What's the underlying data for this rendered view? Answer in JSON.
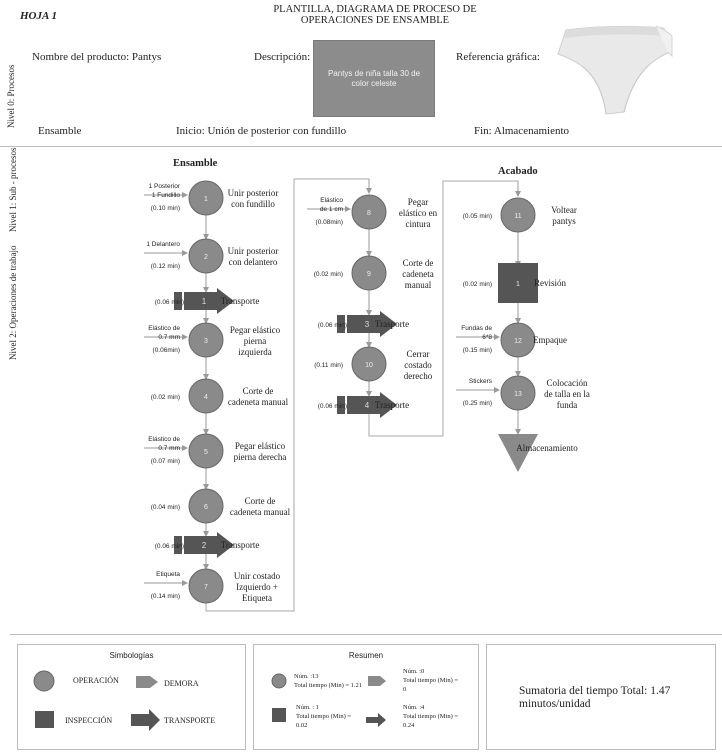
{
  "header": {
    "sheet": "HOJA 1",
    "title_line1": "PLANTILLA, DIAGRAMA DE PROCESO DE",
    "title_line2": "OPERACIONES DE ENSAMBLE"
  },
  "levels": {
    "level0": "Nivel 0: Procesos",
    "level1": "Nivel 1: Sub - procesos",
    "level2": "Nivel 2: Operaciones de trabajo"
  },
  "product": {
    "name_label": "Nombre del producto: Pantys",
    "description_label": "Descripción:",
    "description_text": "Pantys de niña talla 30 de color celeste",
    "reference_label": "Referencia gráfica:"
  },
  "process_row": {
    "name": "Ensamble",
    "start": "Inicio: Unión de posterior con fundillo",
    "end": "Fin: Almacenamiento"
  },
  "colors": {
    "node": "#8a8a8a",
    "node_stroke": "#666666",
    "dark": "#555555",
    "inspection": "#555555",
    "description_box": "#8c8c8c"
  },
  "diagram": {
    "ensamble_title": "Ensamble",
    "acabado_title": "Acabado",
    "nodes": [
      {
        "kind": "op",
        "num": "1",
        "label": [
          "Unir posterior",
          "con fundillo"
        ],
        "time": "(0.10 min)",
        "inputs": [
          "1 Posterior",
          "1 Fundillo"
        ]
      },
      {
        "kind": "op",
        "num": "2",
        "label": [
          "Unir posterior",
          "con delantero"
        ],
        "time": "(0.12 min)",
        "inputs": [
          "1 Delantero"
        ]
      },
      {
        "kind": "tr",
        "num": "1",
        "label": [
          "Transporte"
        ],
        "time": "(0.06 min)",
        "inputs": []
      },
      {
        "kind": "op",
        "num": "3",
        "label": [
          "Pegar elástico",
          "pierna",
          "izquierda"
        ],
        "time": "(0.06min)",
        "inputs": [
          "Elástico de",
          "0.7 mm"
        ]
      },
      {
        "kind": "op",
        "num": "4",
        "label": [
          "Corte de",
          "cadeneta manual"
        ],
        "time": "(0.02 min)",
        "inputs": []
      },
      {
        "kind": "op",
        "num": "5",
        "label": [
          "Pegar elástico",
          "pierna derecha"
        ],
        "time": "(0.07 min)",
        "inputs": [
          "Elástico de",
          "0.7 mm"
        ]
      },
      {
        "kind": "op",
        "num": "6",
        "label": [
          "Corte de",
          "cadeneta manual"
        ],
        "time": "(0.04 min)",
        "inputs": []
      },
      {
        "kind": "tr",
        "num": "2",
        "label": [
          "Transporte"
        ],
        "time": "(0.06 min)",
        "inputs": []
      },
      {
        "kind": "op",
        "num": "7",
        "label": [
          "Unir costado",
          "Izquierdo +",
          "Etiqueta"
        ],
        "time": "(0.14 min)",
        "inputs": [
          "Etiqueta"
        ]
      },
      {
        "kind": "op",
        "num": "8",
        "label": [
          "Pegar",
          "elástico en",
          "cintura"
        ],
        "time": "(0.08min)",
        "inputs": [
          "Elástico",
          "de 1 cm"
        ]
      },
      {
        "kind": "op",
        "num": "9",
        "label": [
          "Corte de",
          "cadeneta",
          "manual"
        ],
        "time": "(0.02 min)",
        "inputs": []
      },
      {
        "kind": "tr",
        "num": "3",
        "label": [
          "Trasporte"
        ],
        "time": "(0.06 min)",
        "inputs": []
      },
      {
        "kind": "op",
        "num": "10",
        "label": [
          "Cerrar",
          "costado",
          "derecho"
        ],
        "time": "(0.11 min)",
        "inputs": []
      },
      {
        "kind": "tr",
        "num": "4",
        "label": [
          "Trasporte"
        ],
        "time": "(0.06 min)",
        "inputs": []
      },
      {
        "kind": "op",
        "num": "11",
        "label": [
          "Voltear",
          "pantys"
        ],
        "time": "(0.05 min)",
        "inputs": []
      },
      {
        "kind": "insp",
        "num": "1",
        "label": [
          "Revisión"
        ],
        "time": "(0.02 min)",
        "inputs": []
      },
      {
        "kind": "op",
        "num": "12",
        "label": [
          "Empaque"
        ],
        "time": "(0.15 min)",
        "inputs": [
          "Fundas de",
          "6*8"
        ]
      },
      {
        "kind": "op",
        "num": "13",
        "label": [
          "Colocación",
          "de talla en la",
          "funda"
        ],
        "time": "(0.25 min)",
        "inputs": [
          "Stickers"
        ]
      },
      {
        "kind": "store",
        "num": "",
        "label": [
          "Almacenamiento"
        ],
        "time": "",
        "inputs": []
      }
    ]
  },
  "legend": {
    "title": "Simbologías",
    "operation": "OPERACIÓN",
    "delay": "DEMORA",
    "inspection": "INSPECCIÓN",
    "transport": "TRANSPORTE"
  },
  "summary": {
    "title": "Resumen",
    "op_count": "Núm. :13",
    "op_time": "Total tiempo (Min) = 1.21",
    "delay_count": "Núm. :0",
    "delay_time_1": "Total tiempo (Min) =",
    "delay_time_2": "0",
    "insp_count": "Núm. : 1",
    "insp_time_1": "Total tiempo (Min) =",
    "insp_time_2": "0.02",
    "tr_count": "Núm. :4",
    "tr_time_1": "Total tiempo (Min) =",
    "tr_time_2": "0.24"
  },
  "total": {
    "line1": "Sumatoria del tiempo Total: 1.47",
    "line2": "minutos/unidad"
  }
}
